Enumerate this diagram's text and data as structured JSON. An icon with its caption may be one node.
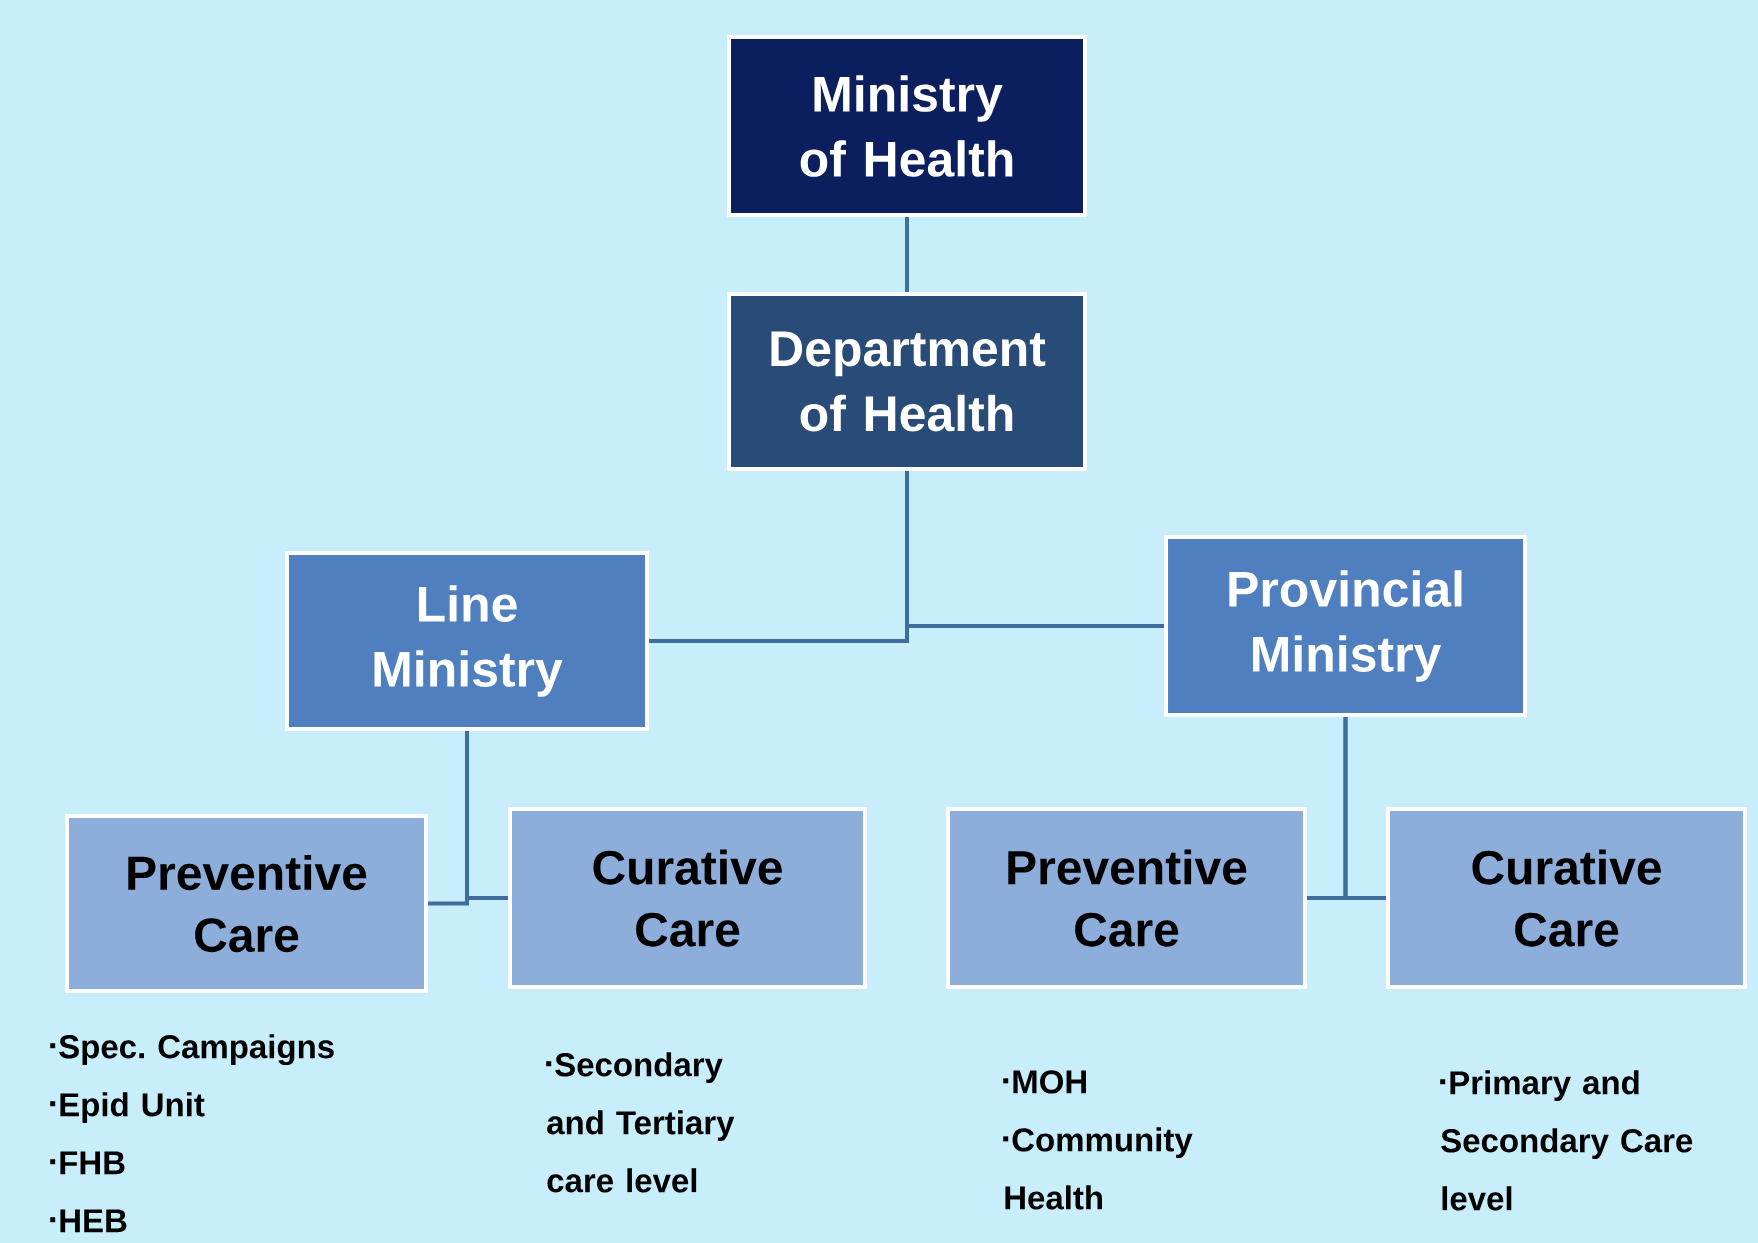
{
  "diagram": {
    "nodes": [
      {
        "text": [
          "Ministry of Health"
        ]
      },
      {
        "text": [
          "Department of Health"
        ]
      },
      {
        "text": [
          "Line Ministry"
        ]
      },
      {
        "text": [
          "Provincial Ministry"
        ]
      },
      {
        "text": [
          "Preventive Care"
        ],
        "beside": [
          "Spec. Campaigns",
          "Epid Unit",
          "FHB",
          "HEB"
        ]
      },
      {
        "text": [
          "Curative Care"
        ],
        "beside": [
          "Secondary and Tertiary care level"
        ]
      },
      {
        "text": [
          "Preventive Care"
        ],
        "beside": [
          "MOH",
          "Community Health"
        ]
      },
      {
        "text": [
          "Curative Care"
        ],
        "beside": [
          "Primary  and Secondary Care level"
        ]
      }
    ],
    "edges": [
      {
        "from": 0,
        "to": 1,
        "arrow": "none"
      },
      {
        "from": 1,
        "to": 2,
        "arrow": "none"
      },
      {
        "from": 1,
        "to": 3,
        "arrow": "none"
      },
      {
        "from": 2,
        "to": 4,
        "arrow": "none"
      },
      {
        "from": 2,
        "to": 5,
        "arrow": "none"
      },
      {
        "from": 3,
        "to": 6,
        "arrow": "none"
      },
      {
        "from": 3,
        "to": 7,
        "arrow": "none"
      }
    ]
  }
}
